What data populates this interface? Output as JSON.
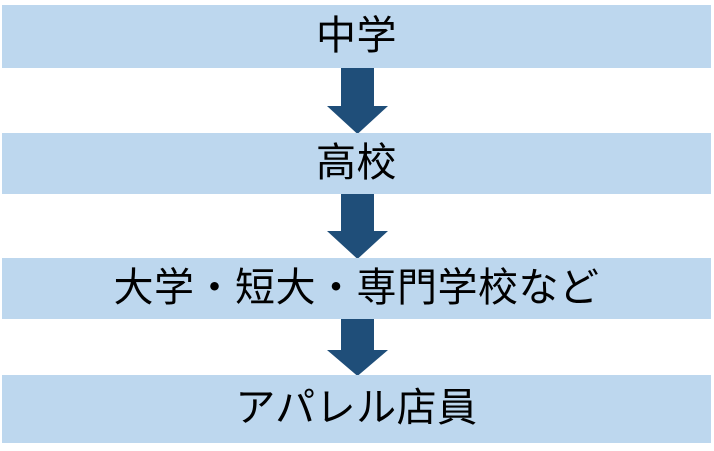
{
  "diagram": {
    "title": "career-path-flowchart",
    "orientation": "vertical",
    "background_color": "#FFFFFF",
    "bar_color": "#BDD7EE",
    "arrow_color": "#1F4E79",
    "text_color": "#000000",
    "steps": [
      {
        "label": "中学"
      },
      {
        "label": "高校"
      },
      {
        "label": "大学・短大・専門学校など"
      },
      {
        "label": "アパレル店員"
      }
    ],
    "connectors": [
      {
        "type": "down-arrow",
        "from": "中学",
        "to": "高校"
      },
      {
        "type": "down-arrow",
        "from": "高校",
        "to": "大学・短大・専門学校など"
      },
      {
        "type": "down-arrow",
        "from": "大学・短大・専門学校など",
        "to": "アパレル店員"
      }
    ]
  }
}
